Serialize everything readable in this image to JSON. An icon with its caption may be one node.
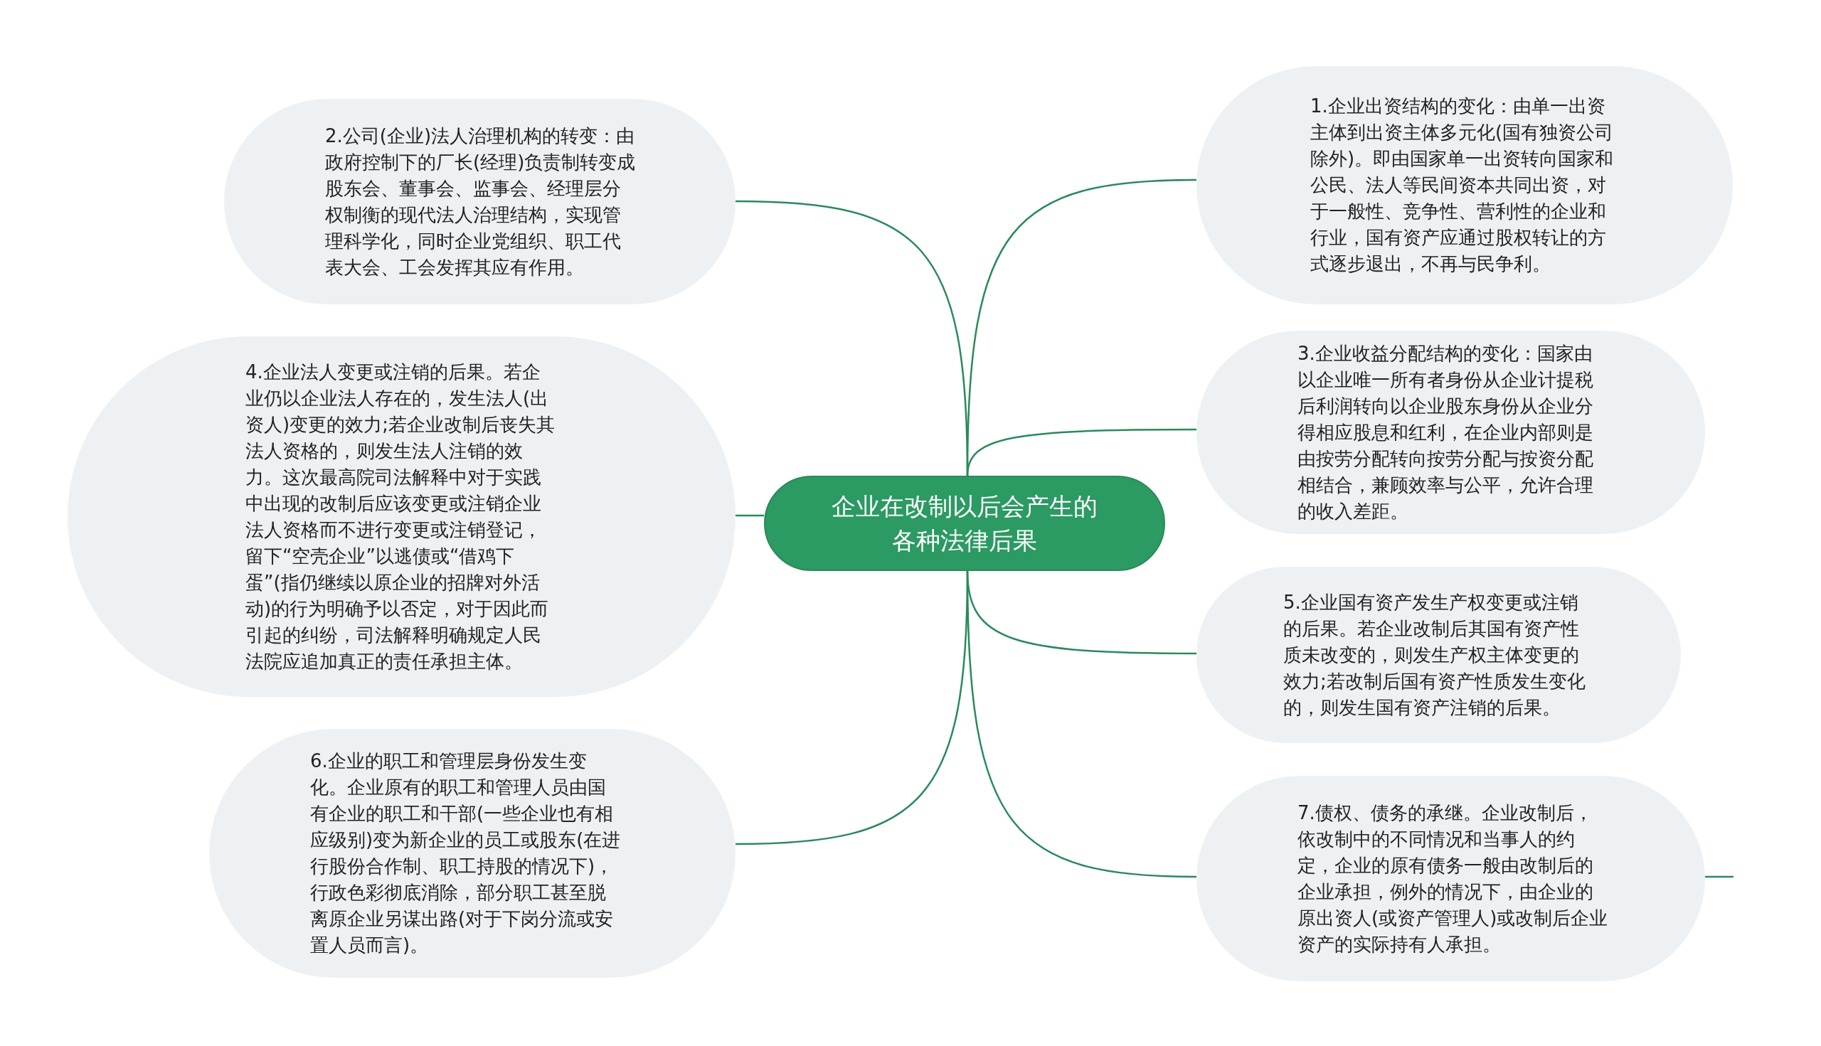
{
  "diagram": {
    "nodes": [
      {
        "text": [
          "企业在改制以后会产生的各种法律后果"
        ]
      },
      {
        "text": [
          "1.企业出资结构的变化：由单一出资主体到出资主体多元化(国有独资公司除外)。即由国家单一出资转向国家和公民、法人等民间资本共同出资，对于一般性、竞争性、营利性的企业和行业，国有资产应通过股权转让的方式逐步退出，不再与民争利。"
        ]
      },
      {
        "text": [
          "2.公司(企业)法人治理机构的转变：由政府控制下的厂长(经理)负责制转变成股东会、董事会、监事会、经理层分权制衡的现代法人治理结构，实现管理科学化，同时企业党组织、职工代表大会、工会发挥其应有作用。"
        ]
      },
      {
        "text": [
          "3.企业收益分配结构的变化：国家由以企业唯一所有者身份从企业计提税后利润转向以企业股东身份从企业分得相应股息和红利，在企业内部则是由按劳分配转向按劳分配与按资分配相结合，兼顾效率与公平，允许合理的收入差距。"
        ]
      },
      {
        "text": [
          "4.企业法人变更或注销的后果。若企业仍以企业法人存在的，发生法人(出资人)变更的效力;若企业改制后丧失其法人资格的，则发生法人注销的效力。这次最高院司法解释中对于实践中出现的改制后应该变更或注销企业法人资格而不进行变更或注销登记，留下“空壳企业”以逃债或“借鸡下蛋”(指仍继续以原企业的招牌对外活动)的行为明确予以否定，对于因此而引起的纠纷，司法解释明确规定人民法院应追加真正的责任承担主体。"
        ]
      },
      {
        "text": [
          "5.企业国有资产发生产权变更或注销的后果。若企业改制后其国有资产性质未改变的，则发生产权主体变更的效力;若改制后国有资产性质发生变化的，则发生国有资产注销的后果。"
        ]
      },
      {
        "text": [
          "6.企业的职工和管理层身份发生变化。企业原有的职工和管理人员由国有企业的职工和干部(一些企业也有相应级别)变为新企业的员工或股东(在进行股份合作制、职工持股的情况下)，行政色彩彻底消除，部分职工甚至脱离原企业另谋出路(对于下岗分流或安置人员而言)。"
        ]
      },
      {
        "text": [
          "7.债权、债务的承继。企业改制后，依改制中的不同情况和当事人的约定，企业的原有债务一般由改制后的企业承担，例外的情况下，由企业的原出资人(或资产管理人)或改制后企业资产的实际持有人承担。"
        ]
      }
    ],
    "edges": [
      {
        "from": 0,
        "to": 1,
        "arrow": "none"
      },
      {
        "from": 0,
        "to": 2,
        "arrow": "none"
      },
      {
        "from": 0,
        "to": 3,
        "arrow": "none"
      },
      {
        "from": 0,
        "to": 4,
        "arrow": "none"
      },
      {
        "from": 0,
        "to": 5,
        "arrow": "none"
      },
      {
        "from": 0,
        "to": 6,
        "arrow": "none"
      },
      {
        "from": 0,
        "to": 7,
        "arrow": "none"
      },
      {
        "from": 7,
        "to": null,
        "arrow": "none"
      }
    ]
  }
}
